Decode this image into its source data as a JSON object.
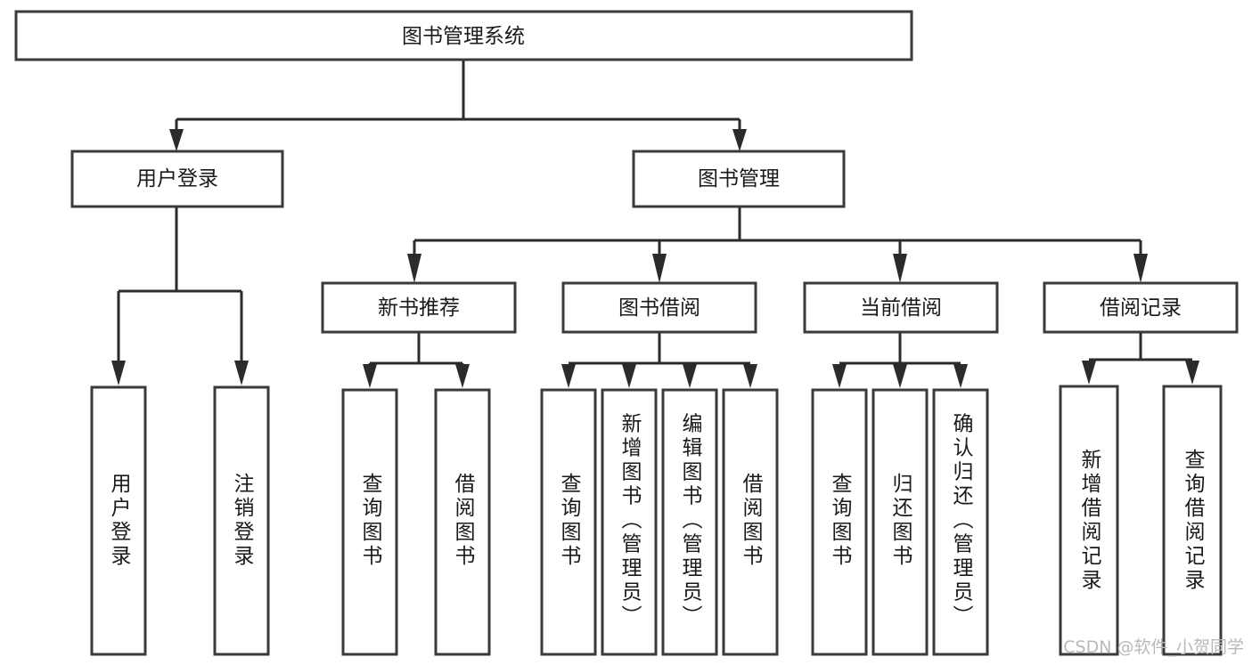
{
  "diagram": {
    "type": "tree-hierarchy",
    "orientation": "top-down",
    "title": "图书管理系统",
    "background_color": "#ffffff",
    "box_stroke_color": "#3a3a3a",
    "connector_color": "#2b2b2b",
    "text_color": "#1a1a1a",
    "levels": 4,
    "root": {
      "label": "图书管理系统",
      "text_orientation": "horizontal"
    },
    "level2": [
      {
        "label": "用户登录",
        "text_orientation": "horizontal"
      },
      {
        "label": "图书管理",
        "text_orientation": "horizontal"
      }
    ],
    "level3": [
      {
        "label": "新书推荐",
        "text_orientation": "horizontal",
        "parent": "图书管理"
      },
      {
        "label": "图书借阅",
        "text_orientation": "horizontal",
        "parent": "图书管理"
      },
      {
        "label": "当前借阅",
        "text_orientation": "horizontal",
        "parent": "图书管理"
      },
      {
        "label": "借阅记录",
        "text_orientation": "horizontal",
        "parent": "图书管理"
      }
    ],
    "leaves": {
      "用户登录": [
        {
          "label": "用户登录",
          "text_orientation": "vertical"
        },
        {
          "label": "注销登录",
          "text_orientation": "vertical"
        }
      ],
      "新书推荐": [
        {
          "label": "查询图书",
          "text_orientation": "vertical"
        },
        {
          "label": "借阅图书",
          "text_orientation": "vertical"
        }
      ],
      "图书借阅": [
        {
          "label": "查询图书",
          "text_orientation": "vertical"
        },
        {
          "label": "新增图书（管理员）",
          "text_orientation": "vertical"
        },
        {
          "label": "编辑图书（管理员）",
          "text_orientation": "vertical"
        },
        {
          "label": "借阅图书",
          "text_orientation": "vertical"
        }
      ],
      "当前借阅": [
        {
          "label": "查询图书",
          "text_orientation": "vertical"
        },
        {
          "label": "归还图书",
          "text_orientation": "vertical"
        },
        {
          "label": "确认归还（管理员）",
          "text_orientation": "vertical"
        }
      ],
      "借阅记录": [
        {
          "label": "新增借阅记录",
          "text_orientation": "vertical"
        },
        {
          "label": "查询借阅记录",
          "text_orientation": "vertical"
        }
      ]
    }
  },
  "nodes": {
    "root": {
      "label": "图书管理系统"
    },
    "user_login": {
      "label": "用户登录"
    },
    "book_manage": {
      "label": "图书管理"
    },
    "new_book_rec": {
      "label": "新书推荐"
    },
    "book_borrow": {
      "label": "图书借阅"
    },
    "current_borrow": {
      "label": "当前借阅"
    },
    "borrow_record": {
      "label": "借阅记录"
    },
    "leaf_user_login": {
      "label": "用户登录"
    },
    "leaf_user_logout": {
      "label": "注销登录"
    },
    "leaf_rec_query": {
      "label": "查询图书"
    },
    "leaf_rec_borrow": {
      "label": "借阅图书"
    },
    "leaf_borrow_query": {
      "label": "查询图书"
    },
    "leaf_borrow_add": {
      "label": "新增图书（管理员）"
    },
    "leaf_borrow_edit": {
      "label": "编辑图书（管理员）"
    },
    "leaf_borrow_do": {
      "label": "借阅图书"
    },
    "leaf_cur_query": {
      "label": "查询图书"
    },
    "leaf_cur_return": {
      "label": "归还图书"
    },
    "leaf_cur_confirm": {
      "label": "确认归还（管理员）"
    },
    "leaf_rec_add": {
      "label": "新增借阅记录"
    },
    "leaf_rec_search": {
      "label": "查询借阅记录"
    }
  },
  "watermark": {
    "text": "CSDN @软件_小贺同学",
    "color": "#b9b9b9"
  }
}
